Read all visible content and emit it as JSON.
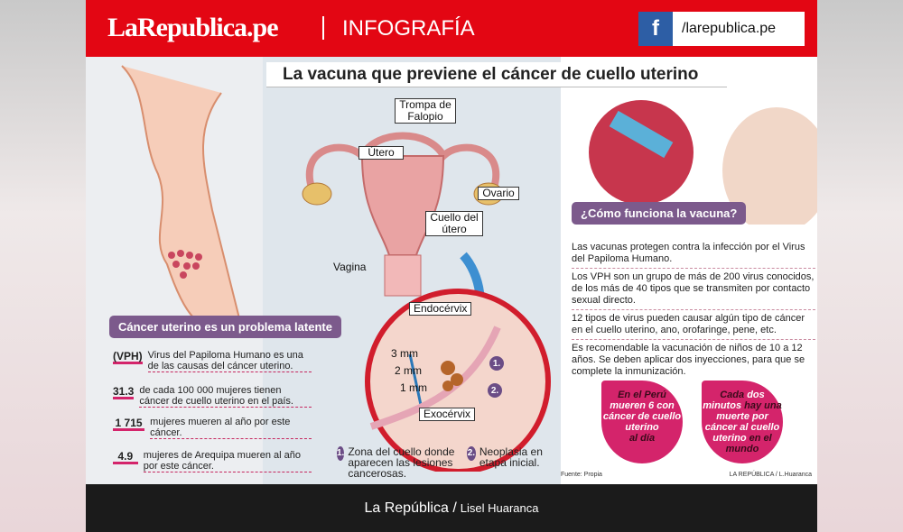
{
  "header": {
    "logo": "LaRepublica.pe",
    "section": "INFOGRAFÍA",
    "facebook_handle": "/larepublica.pe"
  },
  "title": "La vacuna que previene el cáncer de cuello uterino",
  "anatomy_labels": {
    "trompa": "Trompa de Falopio",
    "utero": "Útero",
    "ovario": "Ovario",
    "cuello": "Cuello del útero",
    "vagina": "Vagina",
    "endocervix": "Endocérvix",
    "exocervix": "Exocérvix",
    "mm3": "3 mm",
    "mm2": "2 mm",
    "mm1": "1 mm"
  },
  "legend": [
    {
      "num": "1.",
      "text": "Zona del cuello donde aparecen las lesiones cancerosas."
    },
    {
      "num": "2.",
      "text": "Neoplasia en etapa inicial."
    }
  ],
  "left_panel": {
    "heading": "Cáncer uterino es un problema latente",
    "stats": [
      {
        "value": "(VPH)",
        "text": "Virus del Papiloma Humano  es una de las causas del cáncer uterino."
      },
      {
        "value": "31.3",
        "text": "de cada 100 000 mujeres tienen cáncer de cuello uterino en el país."
      },
      {
        "value": "1 715",
        "text": "mujeres mueren al año por este cáncer."
      },
      {
        "value": "4.9",
        "text": "mujeres de Arequipa mueren al año por este cáncer."
      }
    ]
  },
  "right_panel": {
    "heading": "¿Cómo funciona la vacuna?",
    "paragraphs": [
      "Las vacunas protegen contra la infección por el Virus del Papiloma Humano.",
      "Los VPH son un grupo de más de 200 virus conocidos, de los más de 40 tipos que se transmiten por contacto sexual directo.",
      "12 tipos de virus pueden causar algún tipo de cáncer en el cuello uterino, ano, orofaringe, pene, etc.",
      "Es recomendable la vacunación de niños de 10 a 12 años. Se deben aplicar dos inyecciones, para que se complete la inmunización."
    ],
    "drop1": [
      "En el Perú",
      "mueren 6 con cáncer de cuello uterino",
      "al día"
    ],
    "drop2": [
      "Cada",
      "dos minutos",
      "hay",
      "una",
      "muerte por  cáncer al cuello uterino",
      "en el mundo"
    ],
    "source": "Fuente: Propia",
    "credit": "LA REPÚBLICA / L.Huaranca"
  },
  "footer": {
    "brand": "La República /",
    "author": "Lisel Huaranca"
  },
  "colors": {
    "header_red": "#e30613",
    "accent_pink": "#d4246b",
    "purple": "#7c5a8c",
    "facebook_blue": "#2d5ea5"
  }
}
